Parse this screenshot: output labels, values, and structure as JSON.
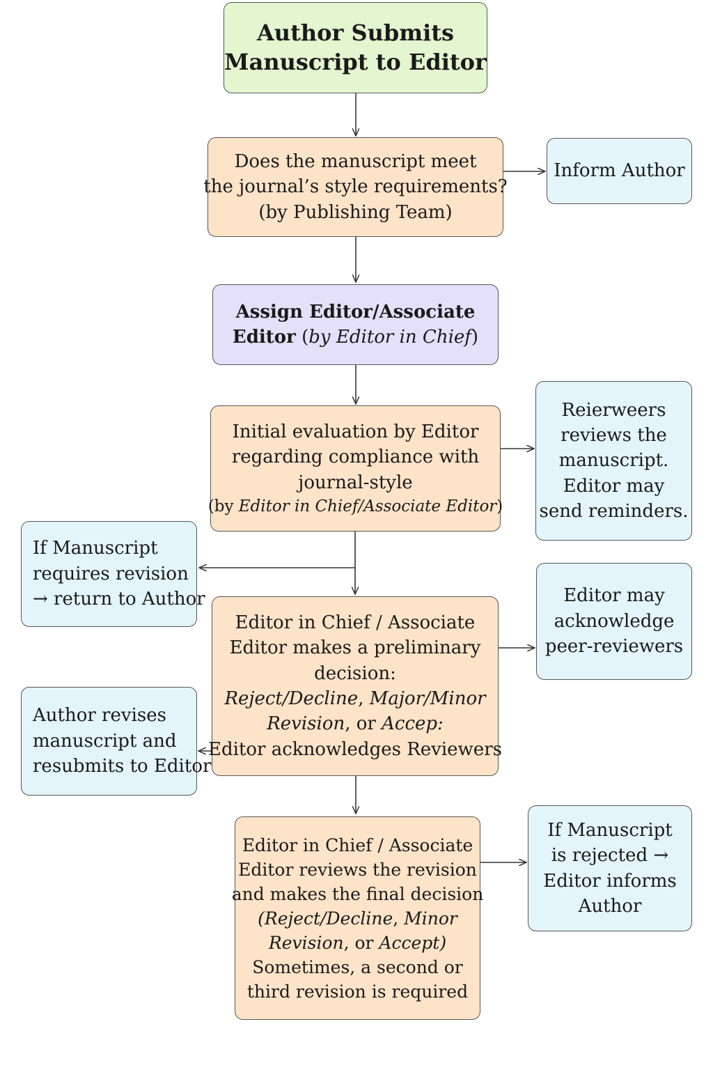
{
  "boxes": {
    "start": {
      "lines": [
        "Author Submits",
        "Manuscript to Editor"
      ]
    },
    "style_check": {
      "lines": [
        "Does the manuscript meet",
        "the journal’s style requirements?",
        "(by Publishing Team)"
      ]
    },
    "inform_author": {
      "lines": [
        "Inform Author"
      ]
    },
    "assign_editor": {
      "line1": "Assign Editor/Associate",
      "line2_bold": "Editor",
      "line2_paren_open": " (",
      "line2_italic": "by Editor in Chief",
      "line2_paren_close": ")"
    },
    "initial_eval": {
      "lines": [
        "Initial evaluation by Editor",
        "regarding compliance with",
        "journal-style"
      ],
      "note_open": "(by ",
      "note_italic": "Editor in Chief/Associate Editor",
      "note_close": ")"
    },
    "reviewers": {
      "lines": [
        "Reierweers",
        "reviews the",
        "manuscript.",
        "Editor may",
        "send reminders."
      ]
    },
    "requires_revision": {
      "lines": [
        "If Manuscript",
        "requires revision",
        "→ return to Author"
      ]
    },
    "preliminary_decision": {
      "lines": [
        "Editor in Chief / Associate",
        "Editor makes a preliminary",
        "decision:"
      ],
      "opt1_italic": "Reject/Decline",
      "opt1_sep": ", ",
      "opt2_italic": "Major/Minor",
      "opt3_italic": "Revision",
      "opt3_sep": ", or ",
      "opt4_italic": "Accep:",
      "last_line": "Editor acknowledges Reviewers"
    },
    "acknowledge": {
      "lines": [
        "Editor may",
        "acknowledge",
        "peer-reviewers"
      ]
    },
    "author_revises": {
      "lines": [
        "Author revises",
        "manuscript and",
        "resubmits to Editor"
      ]
    },
    "final_decision": {
      "lines": [
        "Editor in Chief / Associate",
        "Editor reviews the revision",
        "and makes the final decision"
      ],
      "opt_open": "(",
      "opt1_italic": "Reject/Decline",
      "opt1_sep": ", ",
      "opt2_italic": "Minor",
      "opt3_italic": "Revision",
      "opt3_sep": ", or ",
      "opt4_italic": "Accept",
      "opt_close": ")",
      "tail_lines": [
        "Sometimes, a second or",
        "third revision is required"
      ]
    },
    "rejected": {
      "lines": [
        "If Manuscript",
        "is rejected →",
        "Editor informs",
        "Author"
      ]
    }
  },
  "colors": {
    "green": "#e3f6cf",
    "orange": "#fde3c8",
    "purple": "#e4e0fa",
    "blue": "#e3f5fb",
    "arrow": "#333333"
  }
}
